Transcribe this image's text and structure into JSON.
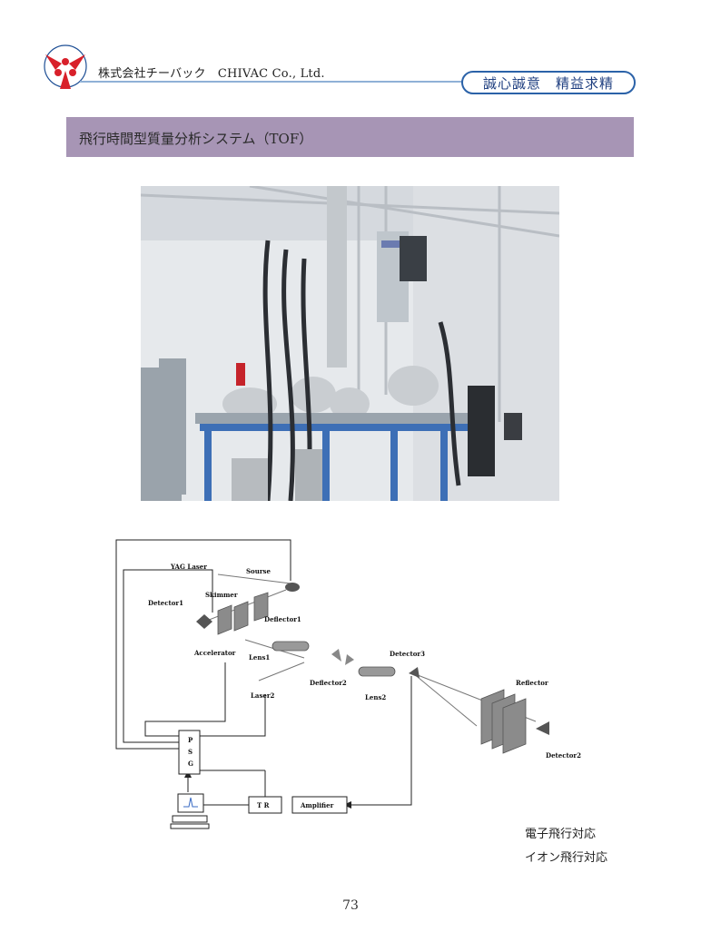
{
  "header": {
    "company": "株式会社チーバック　CHIVAC Co., Ltd.",
    "motto": "誠心誠意　精益求精",
    "colors": {
      "rule": "#8fb1d6",
      "motto_border": "#2b62a8",
      "logo_red": "#d8202a"
    }
  },
  "section": {
    "title": "飛行時間型質量分析システム（TOF）",
    "band_color": "#a795b5"
  },
  "diagram": {
    "labels": {
      "yag_laser": "YAG Laser",
      "source": "Sourse",
      "detector1": "Detector1",
      "skimmer": "Skimmer",
      "deflector1": "Deflector1",
      "accelerator": "Accelerator",
      "lens1": "Lens1",
      "deflector2": "Deflector2",
      "detector3": "Detector3",
      "laser2": "Laser2",
      "lens2": "Lens2",
      "reflector": "Reflector",
      "detector2": "Detector2",
      "psg_p": "P",
      "psg_s": "S",
      "psg_g": "G",
      "tr": "T R",
      "amplifier": "Amplifier"
    }
  },
  "captions": [
    "電子飛行対応",
    "イオン飛行対応"
  ],
  "footer": {
    "page_number": "73"
  }
}
